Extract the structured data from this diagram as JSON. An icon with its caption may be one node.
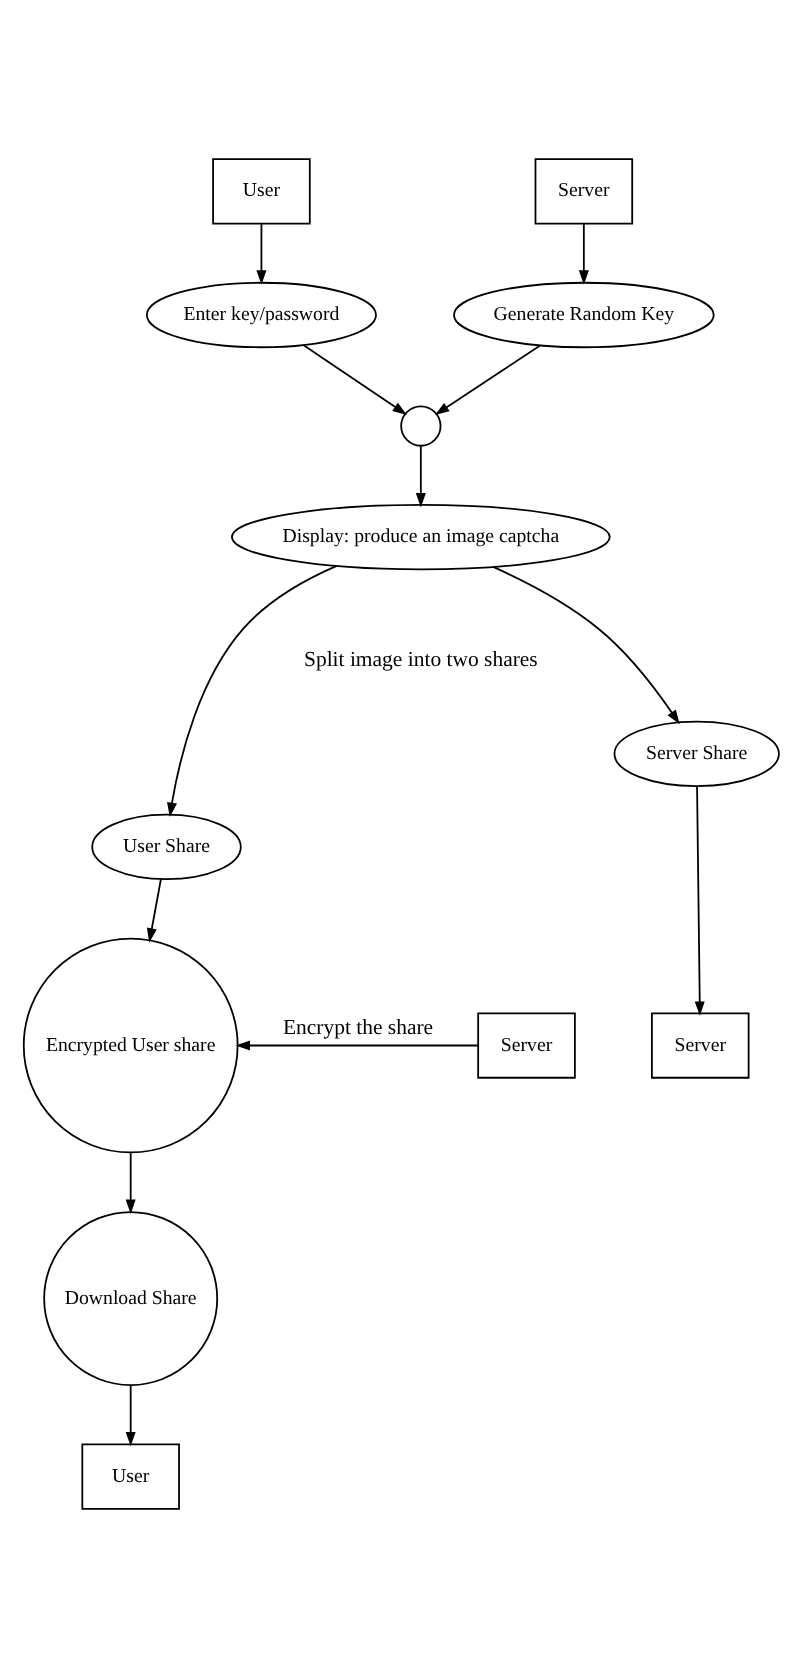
{
  "diagram": {
    "nodes": [
      {
        "text": [
          "User"
        ]
      },
      {
        "text": [
          "Server"
        ]
      },
      {
        "text": [
          "Enter key/password"
        ]
      },
      {
        "text": [
          "Generate Random Key"
        ]
      },
      {
        "text": [],
        "shape": "circle"
      },
      {
        "text": [
          "Display: produce an image captcha"
        ]
      },
      {
        "text": [
          "User Share"
        ]
      },
      {
        "text": [
          "Server Share"
        ]
      },
      {
        "text": [
          "Server"
        ]
      },
      {
        "text": [
          "Encrypted User share"
        ]
      },
      {
        "text": [
          "Server"
        ]
      },
      {
        "text": [
          "Download Share"
        ]
      },
      {
        "text": [
          "User"
        ]
      }
    ],
    "edges": [
      {
        "from": 0,
        "to": 2,
        "arrow": "to"
      },
      {
        "from": 1,
        "to": 3,
        "arrow": "to"
      },
      {
        "from": 2,
        "to": 4,
        "arrow": "to"
      },
      {
        "from": 3,
        "to": 4,
        "arrow": "to"
      },
      {
        "from": 4,
        "to": 5,
        "arrow": "to"
      },
      {
        "from": 5,
        "to": 6,
        "arrow": "to"
      },
      {
        "from": 5,
        "to": 7,
        "arrow": "to"
      },
      {
        "from": 6,
        "to": 9,
        "arrow": "to"
      },
      {
        "from": 7,
        "to": 10,
        "arrow": "to"
      },
      {
        "from": 8,
        "to": 9,
        "arrow": "to",
        "label": "Encrypt the share"
      },
      {
        "from": 9,
        "to": 11,
        "arrow": "to"
      },
      {
        "from": 11,
        "to": 12,
        "arrow": "to"
      }
    ],
    "labels": [
      "Split image into two shares"
    ]
  }
}
